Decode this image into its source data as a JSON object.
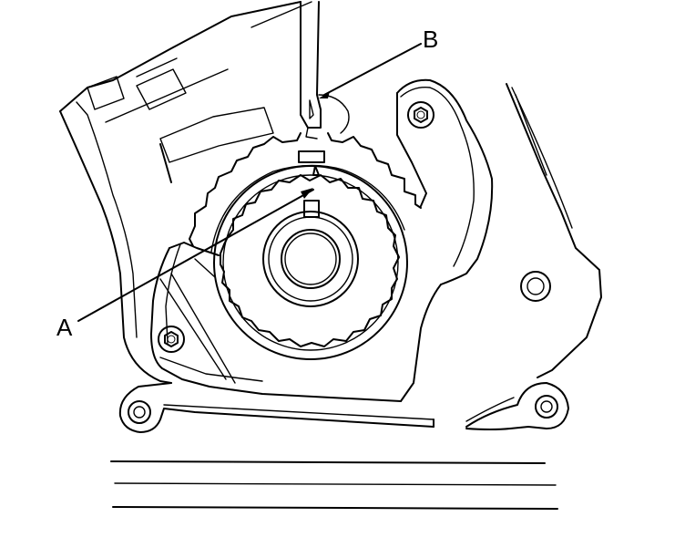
{
  "labels": {
    "a": "A",
    "b": "B"
  },
  "colors": {
    "ink": "#000000",
    "paper": "#ffffff"
  },
  "sprockets": {
    "cam_teeth": 16,
    "crank_teeth": 22
  }
}
